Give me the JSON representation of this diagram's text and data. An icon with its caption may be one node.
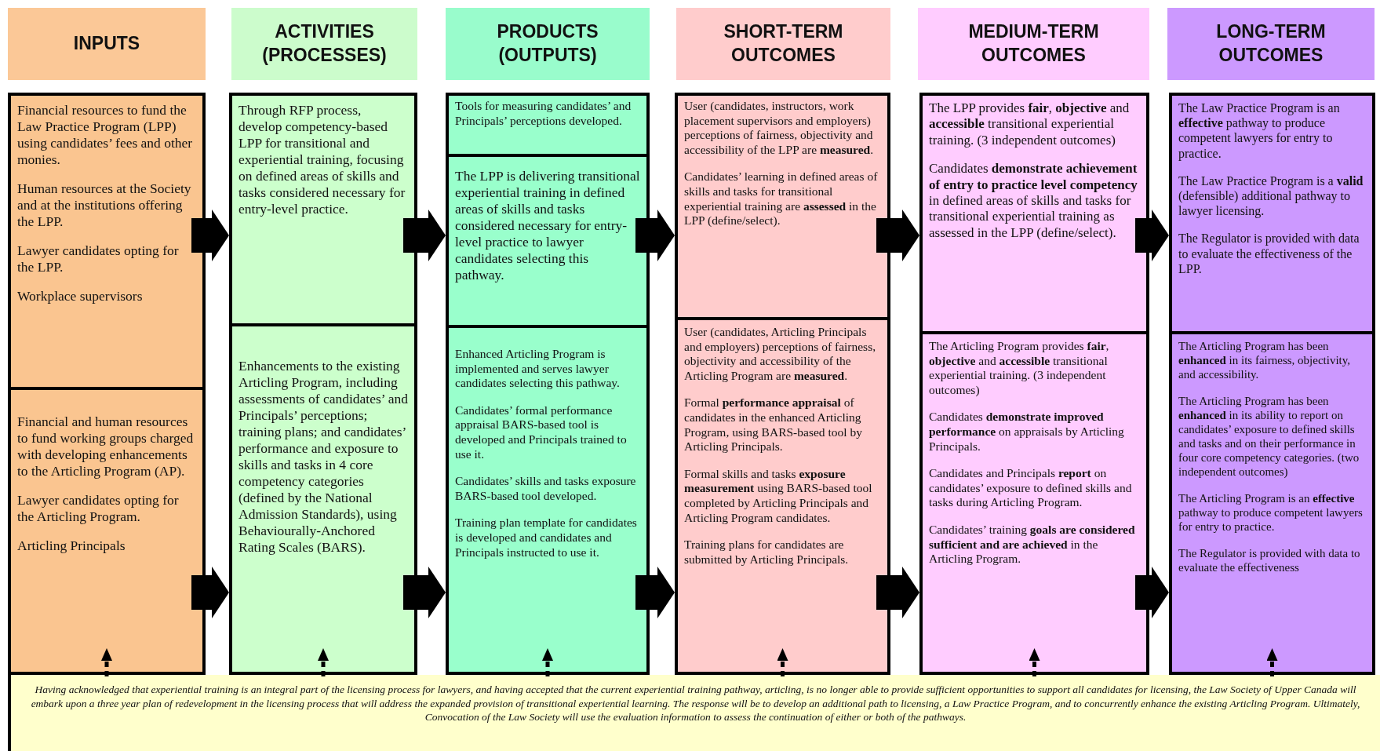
{
  "diagram": {
    "nodes": [
      {
        "text": [
          "INPUTS"
        ]
      },
      {
        "text": [
          "ACTIVITIES (PROCESSES)"
        ]
      },
      {
        "text": [
          "PRODUCTS (OUTPUTS)"
        ]
      },
      {
        "text": [
          "SHORT-TERM OUTCOMES"
        ]
      },
      {
        "text": [
          "MEDIUM-TERM OUTCOMES"
        ]
      },
      {
        "text": [
          "LONG-TERM OUTCOMES"
        ]
      },
      {
        "text": [
          "Financial resources to fund the Law Practice Program (LPP) using candidates’ fees and other monies.",
          "Human resources at the Society and at the institutions offering the LPP.",
          "Lawyer candidates opting for the LPP.",
          "Workplace supervisors"
        ]
      },
      {
        "text": [
          "Financial and human resources to fund working groups charged with developing enhancements to the Articling Program (AP).",
          "Lawyer candidates opting for the Articling Program.",
          "Articling Principals"
        ]
      },
      {
        "text": [
          "Through RFP process, develop competency-based LPP for transitional and experiential training, focusing on defined areas of skills and tasks considered necessary for entry-level practice."
        ]
      },
      {
        "text": [
          "Enhancements to the existing Articling Program, including assessments of candidates’ and Principals’ perceptions; training plans; and candidates’ performance and exposure to skills and tasks in 4 core competency categories (defined by the National Admission Standards), using Behaviourally-Anchored Rating Scales (BARS)."
        ]
      },
      {
        "text": [
          "Tools for measuring candidates’ and Principals’ perceptions developed."
        ]
      },
      {
        "text": [
          "The LPP is delivering transitional experiential training in defined areas of skills and tasks considered necessary for entry-level practice to lawyer candidates selecting this pathway."
        ]
      },
      {
        "text": [
          "Enhanced Articling Program is implemented and serves lawyer candidates selecting this pathway.",
          "Candidates’ formal performance appraisal BARS-based tool is developed and Principals trained to use it.",
          "Candidates’ skills and tasks exposure BARS-based tool developed.",
          "Training plan template for candidates is developed and candidates and Principals instructed to use it."
        ]
      },
      {
        "text": [
          "User (candidates, instructors, work placement supervisors and employers) perceptions of fairness, objectivity and accessibility of the LPP are **measured**.",
          "Candidates’ learning in defined areas of skills and tasks for transitional experiential training are **assessed** in the LPP (define/select)."
        ]
      },
      {
        "text": [
          "User (candidates, Articling Principals and employers) perceptions of fairness, objectivity and accessibility of the Articling Program are **measured**.",
          "Formal **performance appraisal** of candidates in the enhanced Articling Program, using BARS-based tool by Articling Principals.",
          "Formal skills and tasks **exposure measurement** using BARS-based tool completed by Articling Principals and Articling Program candidates.",
          "Training plans for candidates are submitted by Articling Principals."
        ]
      },
      {
        "text": [
          "The LPP provides **fair**, **objective** and **accessible** transitional experiential training. (3 independent outcomes)",
          "Candidates **demonstrate achievement of entry to practice level competency** in defined areas of skills and tasks for transitional experiential training as assessed in the LPP (define/select)."
        ]
      },
      {
        "text": [
          "The Articling Program provides **fair**, **objective** and **accessible** transitional experiential training. (3 independent outcomes)",
          "Candidates **demonstrate improved performance** on appraisals by Articling Principals.",
          "Candidates and Principals **report** on candidates’ exposure to defined skills and tasks during Articling Program.",
          "Candidates’ training **goals are considered sufficient and are achieved** in the Articling Program."
        ]
      },
      {
        "text": [
          "The Law Practice Program is an **effective** pathway to produce competent lawyers for entry to practice.",
          "The Law Practice Program is a **valid** (defensible) additional pathway to lawyer licensing.",
          "The Regulator is provided with data to evaluate the effectiveness of the LPP."
        ]
      },
      {
        "text": [
          "The Articling Program has been **enhanced** in its fairness, objectivity, and accessibility.",
          "The Articling Program has been **enhanced** in its ability to report on candidates’ exposure to defined skills and tasks and on their performance in four core competency categories. (two independent outcomes)",
          "The Articling Program is an **effective** pathway to produce competent lawyers for entry to practice.",
          "The Regulator is provided with data to evaluate the effectiveness"
        ]
      },
      {
        "text": [
          "Having acknowledged that experiential training is an integral part of the licensing process for lawyers, and having accepted that the current experiential training pathway, articling, is no longer able to provide sufficient opportunities to support all candidates for licensing, the Law Society of Upper Canada will embark upon a three year plan of redevelopment in the licensing process that will address the expanded provision of transitional experiential learning. The response will be to develop an additional path to licensing, a Law Practice Program, and to concurrently enhance the existing Articling Program.  Ultimately, Convocation of the Law Society will use the evaluation information to assess the continuation of either or both of the pathways."
        ]
      }
    ],
    "edges": [
      {
        "from": 6,
        "to": 8,
        "arrow": "to"
      },
      {
        "from": 8,
        "to": 11,
        "arrow": "to"
      },
      {
        "from": 11,
        "to": 13,
        "arrow": "to"
      },
      {
        "from": 13,
        "to": 15,
        "arrow": "to"
      },
      {
        "from": 15,
        "to": 17,
        "arrow": "to"
      },
      {
        "from": 7,
        "to": 9,
        "arrow": "to"
      },
      {
        "from": 9,
        "to": 12,
        "arrow": "to"
      },
      {
        "from": 12,
        "to": 14,
        "arrow": "to"
      },
      {
        "from": 14,
        "to": 16,
        "arrow": "to"
      },
      {
        "from": 16,
        "to": 18,
        "arrow": "to"
      },
      {
        "from": 19,
        "to": 7,
        "arrow": "to",
        "style": "dashed"
      },
      {
        "from": 19,
        "to": 9,
        "arrow": "to",
        "style": "dashed"
      },
      {
        "from": 19,
        "to": 12,
        "arrow": "to",
        "style": "dashed"
      },
      {
        "from": 19,
        "to": 14,
        "arrow": "to",
        "style": "dashed"
      },
      {
        "from": 19,
        "to": 16,
        "arrow": "to",
        "style": "dashed"
      },
      {
        "from": 19,
        "to": 18,
        "arrow": "to",
        "style": "dashed"
      }
    ]
  }
}
